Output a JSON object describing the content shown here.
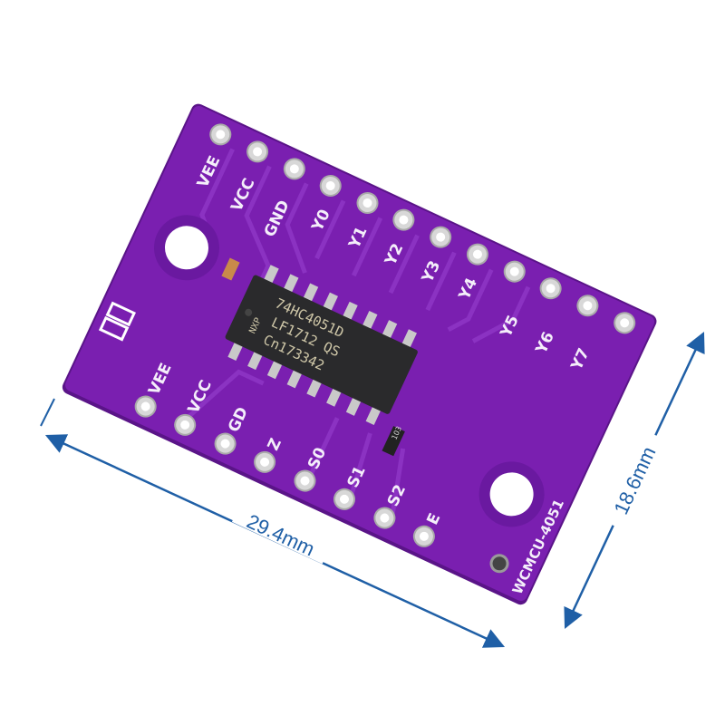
{
  "board": {
    "name": "WCMCU-4051",
    "color": "#7a1fb0",
    "top_pins": [
      "VEE",
      "VCC",
      "GND",
      "Y0",
      "Y1",
      "Y2",
      "Y3",
      "Y4",
      "Y5",
      "Y6",
      "Y7"
    ],
    "top_pin_count": 12,
    "bottom_pins": [
      "VEE",
      "VCC",
      "GD",
      "Z",
      "S0",
      "S1",
      "S2",
      "E"
    ],
    "chip": {
      "line1": "74HC4051D",
      "line2": "LF1712 QS",
      "line3": "Cn173342",
      "logo": "NXP"
    },
    "resistor_marking": "103"
  },
  "dimensions": {
    "width": "29.4mm",
    "height": "18.6mm",
    "color": "#1f5fa6"
  }
}
